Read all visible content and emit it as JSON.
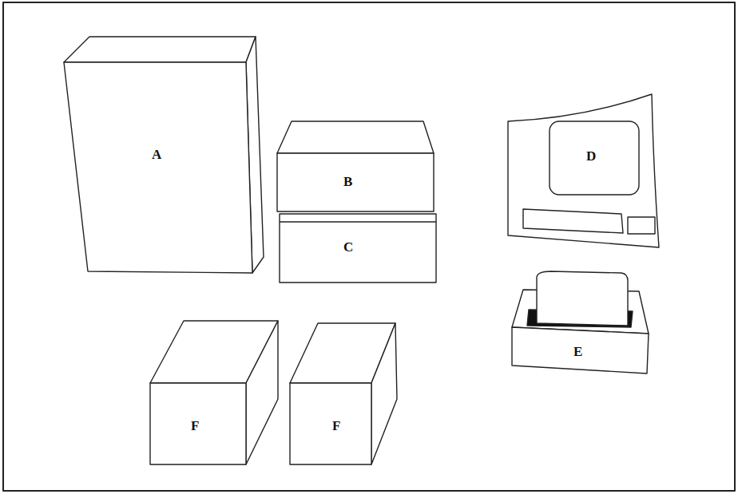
{
  "diagram": {
    "labels": [
      "A",
      "B",
      "C",
      "D",
      "E",
      "F",
      "F"
    ]
  }
}
